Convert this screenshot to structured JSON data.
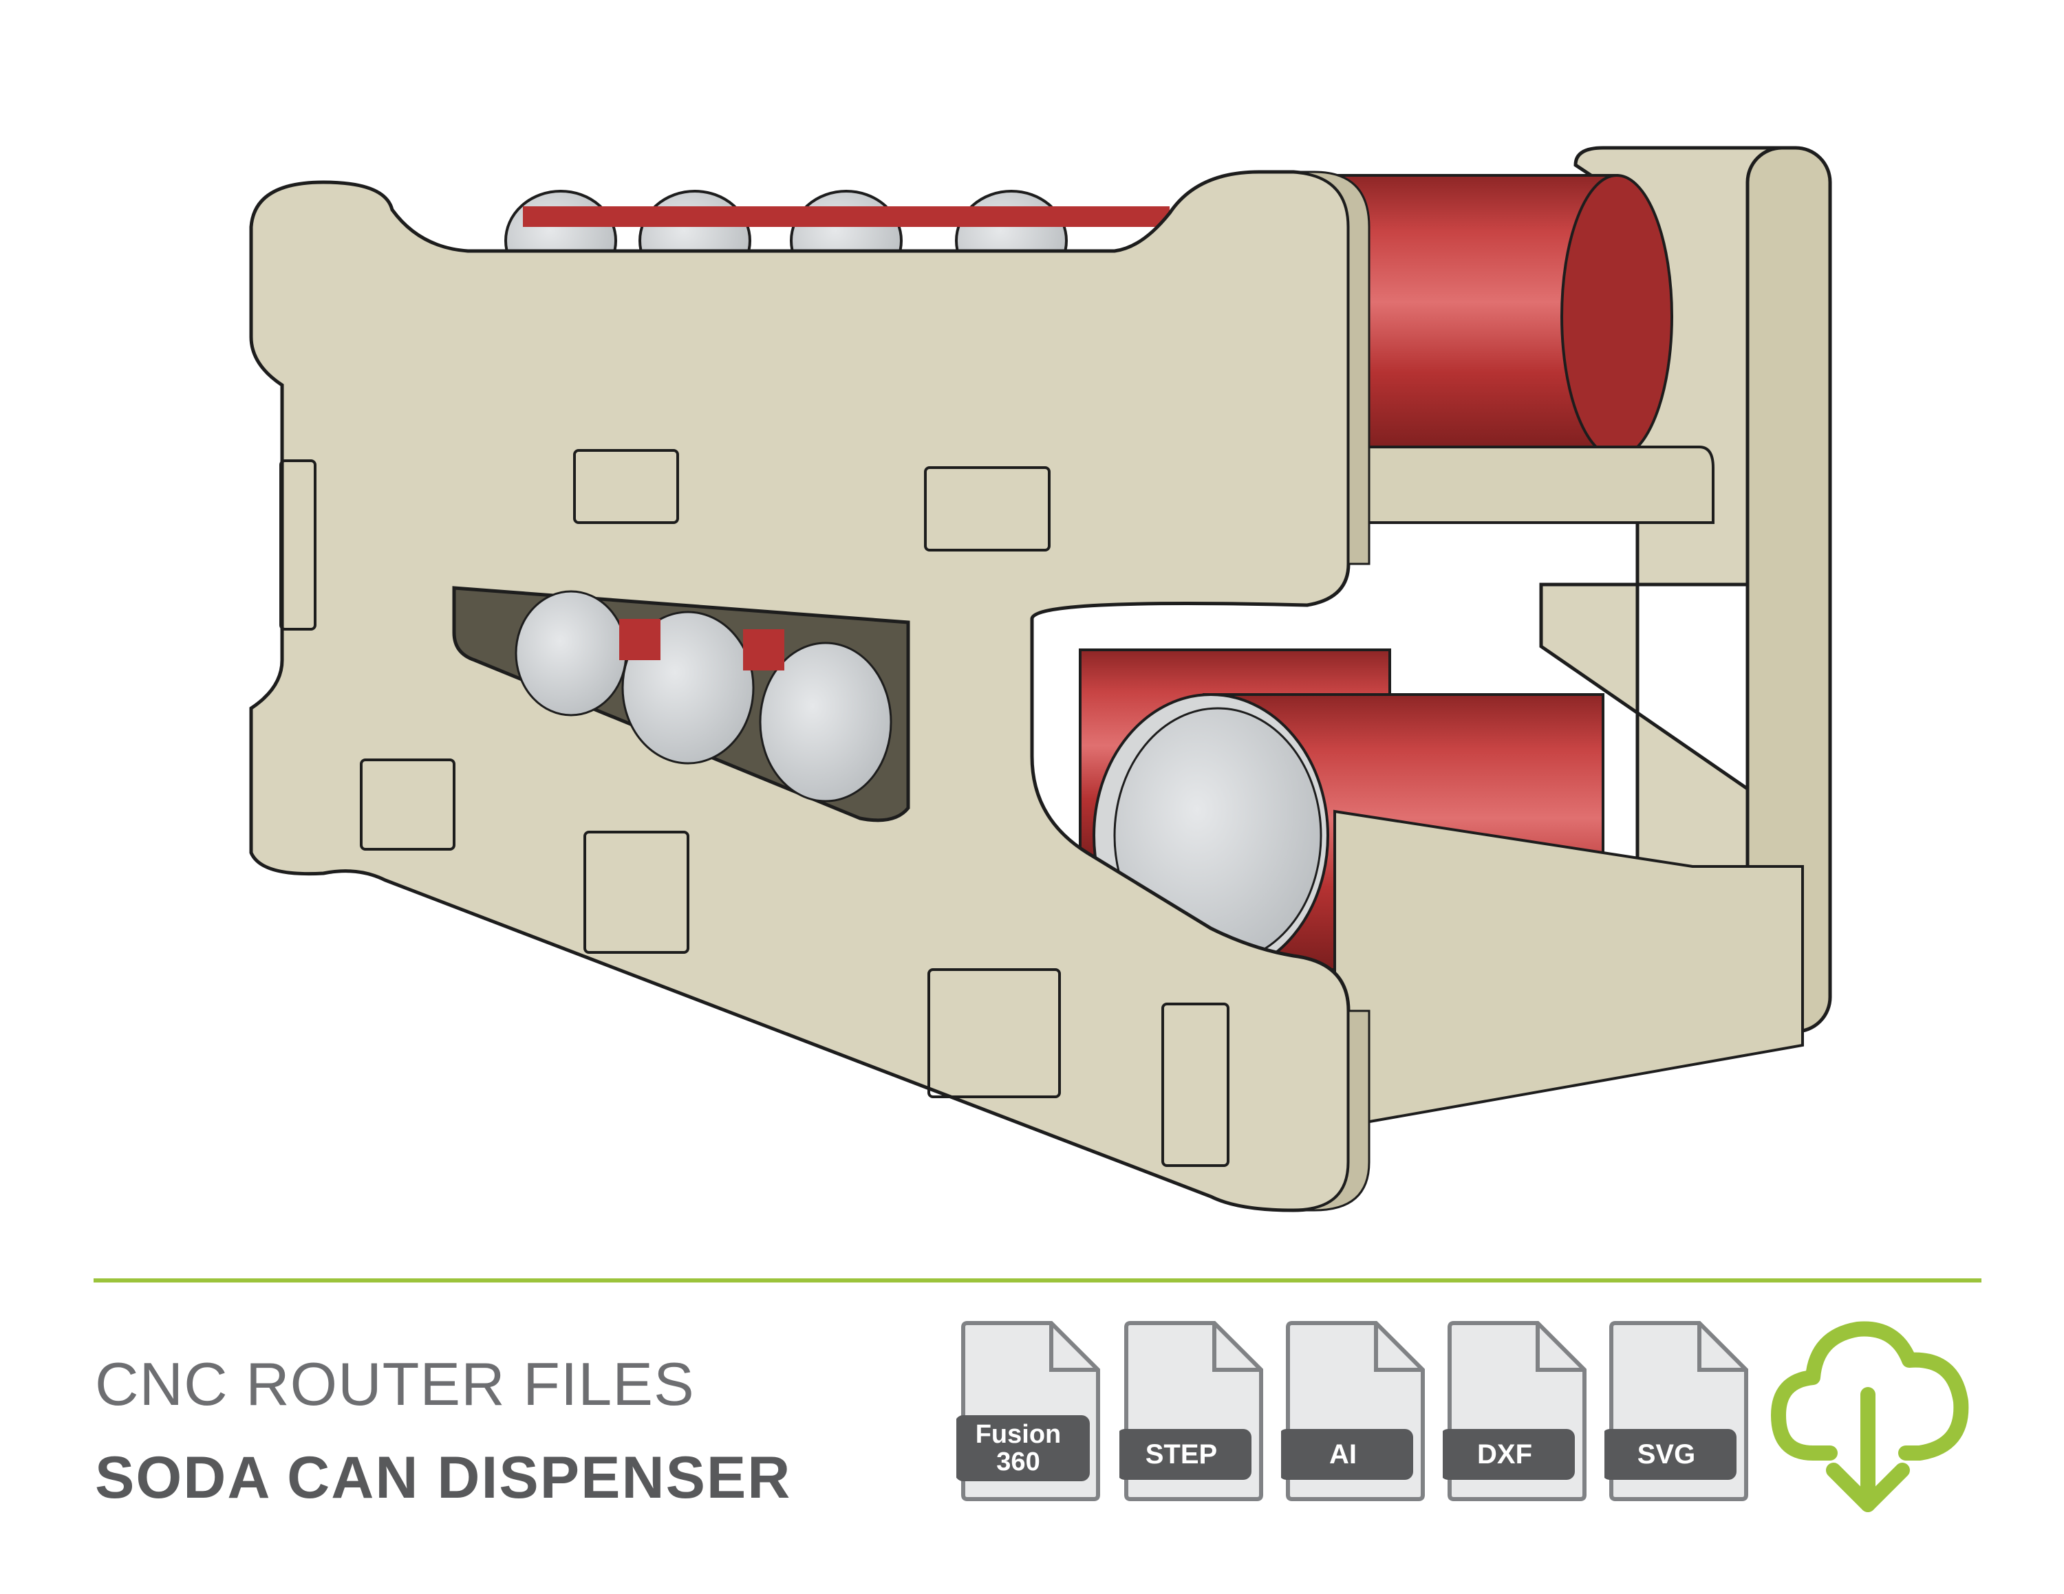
{
  "header": {
    "subtitle": "CNC ROUTER FILES",
    "title": "SODA CAN DISPENSER"
  },
  "formats": [
    {
      "label": "Fusion 360",
      "line1": "Fusion",
      "line2": "360",
      "icon": "document-icon"
    },
    {
      "label": "STEP",
      "icon": "document-icon"
    },
    {
      "label": "AI",
      "icon": "document-icon"
    },
    {
      "label": "DXF",
      "icon": "document-icon"
    },
    {
      "label": "SVG",
      "icon": "document-icon"
    }
  ],
  "download": {
    "icon": "cloud-download-icon"
  },
  "colors": {
    "accent": "#9bc33b",
    "wood": "#d6d1b8",
    "can_red": "#b93a3a",
    "can_lid": "#c9ccce",
    "text_gray": "#6d6e71",
    "badge_dark": "#58595b"
  }
}
